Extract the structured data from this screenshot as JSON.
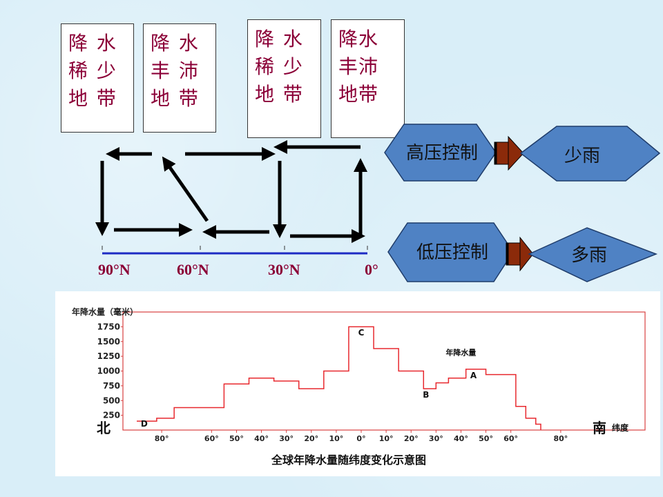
{
  "zone_boxes": [
    {
      "lines": [
        "降 水",
        "稀 少",
        "地 带"
      ]
    },
    {
      "lines": [
        "降 水",
        "丰 沛",
        "地 带"
      ]
    },
    {
      "lines": [
        "降 水",
        "稀 少",
        "地 带"
      ]
    },
    {
      "lines": [
        "降水",
        "丰沛",
        "地带"
      ]
    }
  ],
  "latitude_labels": [
    "90°N",
    "60°N",
    "30°N",
    "0°"
  ],
  "pressure": {
    "high": {
      "label": "高压控制",
      "result": "少雨"
    },
    "low": {
      "label": "低压控制",
      "result": "多雨"
    }
  },
  "colors": {
    "hex_fill": "#4f82c4",
    "arrow_fill": "#8b2a0a",
    "zone_text": "#8b0037",
    "line_red": "#e8282e",
    "axis_line": "#1d2bc4"
  },
  "chart_data": {
    "type": "line",
    "title": "全球年降水量随纬度变化示意图",
    "ylabel": "年降水量（毫米）",
    "xlabel": "纬度",
    "north_label": "北",
    "south_label": "南",
    "ylim": [
      0,
      2000
    ],
    "y_ticks": [
      250,
      500,
      750,
      1000,
      1250,
      1500,
      1750
    ],
    "x_tick_labels": [
      "80°",
      "60°",
      "50°",
      "40°",
      "30°",
      "20°",
      "10°",
      "0°",
      "10°",
      "20°",
      "30°",
      "40°",
      "50°",
      "60°",
      "80°"
    ],
    "x_tick_positions": [
      -80,
      -60,
      -50,
      -40,
      -30,
      -20,
      -10,
      0,
      10,
      20,
      30,
      40,
      50,
      60,
      80
    ],
    "series": [
      {
        "name": "年降水量",
        "steps": [
          {
            "from": -90,
            "to": -82,
            "value": 150
          },
          {
            "from": -82,
            "to": -75,
            "value": 200
          },
          {
            "from": -75,
            "to": -65,
            "value": 380
          },
          {
            "from": -65,
            "to": -55,
            "value": 380
          },
          {
            "from": -55,
            "to": -45,
            "value": 780
          },
          {
            "from": -45,
            "to": -35,
            "value": 880
          },
          {
            "from": -35,
            "to": -25,
            "value": 830
          },
          {
            "from": -25,
            "to": -15,
            "value": 700
          },
          {
            "from": -15,
            "to": -5,
            "value": 1000
          },
          {
            "from": -5,
            "to": 5,
            "value": 1750
          },
          {
            "from": 5,
            "to": 15,
            "value": 1380
          },
          {
            "from": 15,
            "to": 25,
            "value": 1000
          },
          {
            "from": 25,
            "to": 30,
            "value": 700
          },
          {
            "from": 30,
            "to": 35,
            "value": 800
          },
          {
            "from": 35,
            "to": 42,
            "value": 880
          },
          {
            "from": 42,
            "to": 50,
            "value": 1030
          },
          {
            "from": 50,
            "to": 58,
            "value": 940
          },
          {
            "from": 58,
            "to": 62,
            "value": 940
          },
          {
            "from": 62,
            "to": 66,
            "value": 400
          },
          {
            "from": 66,
            "to": 70,
            "value": 200
          },
          {
            "from": 70,
            "to": 72,
            "value": 100
          }
        ]
      }
    ],
    "annotations": [
      {
        "text": "A",
        "x": 45,
        "y": 880
      },
      {
        "text": "B",
        "x": 26,
        "y": 550
      },
      {
        "text": "C",
        "x": 0,
        "y": 1600
      },
      {
        "text": "D",
        "x": -87,
        "y": 60
      },
      {
        "text": "年降水量",
        "x": 40,
        "y": 1270
      }
    ]
  }
}
